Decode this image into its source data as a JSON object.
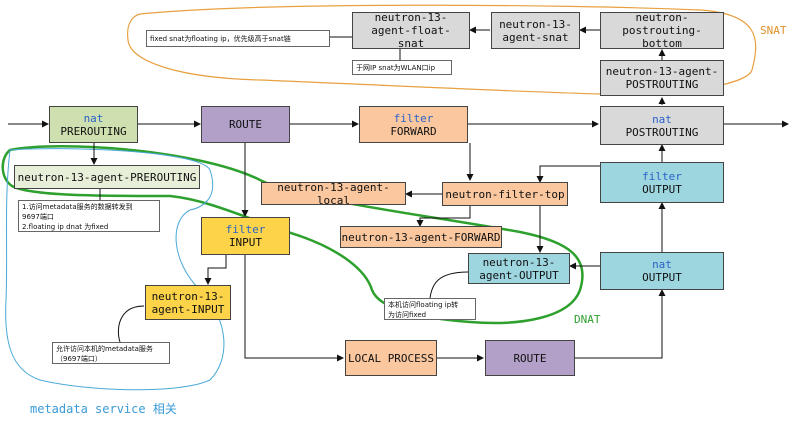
{
  "boxes": {
    "nat_prerouting": {
      "table": "nat",
      "chain": "PREROUTING"
    },
    "route_top": {
      "label": "ROUTE"
    },
    "filter_forward": {
      "table": "filter",
      "chain": "FORWARD"
    },
    "nat_postrouting": {
      "table": "nat",
      "chain": "POSTROUTING"
    },
    "agent_float_snat": {
      "label": "neutron-13-agent-float-snat"
    },
    "agent_snat": {
      "label": "neutron-13-agent-snat"
    },
    "postrouting_bottom": {
      "label": "neutron-postrouting-bottom"
    },
    "agent_postrouting": {
      "label": "neutron-13-agent-POSTROUTING"
    },
    "agent_prerouting": {
      "label": "neutron-13-agent-PREROUTING"
    },
    "agent_local": {
      "label": "neutron-13-agent-local"
    },
    "filter_top": {
      "label": "neutron-filter-top"
    },
    "filter_output": {
      "table": "filter",
      "chain": "OUTPUT"
    },
    "filter_input": {
      "table": "filter",
      "chain": "INPUT"
    },
    "agent_forward": {
      "label": "neutron-13-agent-FORWARD"
    },
    "agent_output": {
      "label": "neutron-13-agent-OUTPUT"
    },
    "nat_output": {
      "table": "nat",
      "chain": "OUTPUT"
    },
    "agent_input": {
      "label": "neutron-13-agent-INPUT"
    },
    "local_process": {
      "label": "LOCAL PROCESS"
    },
    "route_bottom": {
      "label": "ROUTE"
    }
  },
  "notes": {
    "float_snat": "fixed snat为floating ip，优先级高于snat链",
    "snat": "于网IP snat为WLAN口ip",
    "prerouting": [
      "1.访问metadata服务的数据转发到",
      "9697端口",
      "2.floating ip dnat 为fixed"
    ],
    "output": [
      "本机访问floating ip转",
      "为访问fixed"
    ],
    "input": [
      "允许访问本机的metadata服务",
      "（9697端口）"
    ]
  },
  "labels": {
    "snat": "SNAT",
    "dnat": "DNAT",
    "metadata": "metadata service 相关"
  },
  "colors": {
    "nat": "#cfe0b0",
    "route": "#b2a0c8",
    "filter": "#fac79e",
    "gray": "#d9d9d9",
    "teal": "#9ed6e0",
    "yellow": "#fdd34a",
    "table_text": "#2a62c8",
    "snat_outline": "#e8a040",
    "dnat_outline": "#3aa83a",
    "metadata_outline": "#4aa8d8"
  }
}
